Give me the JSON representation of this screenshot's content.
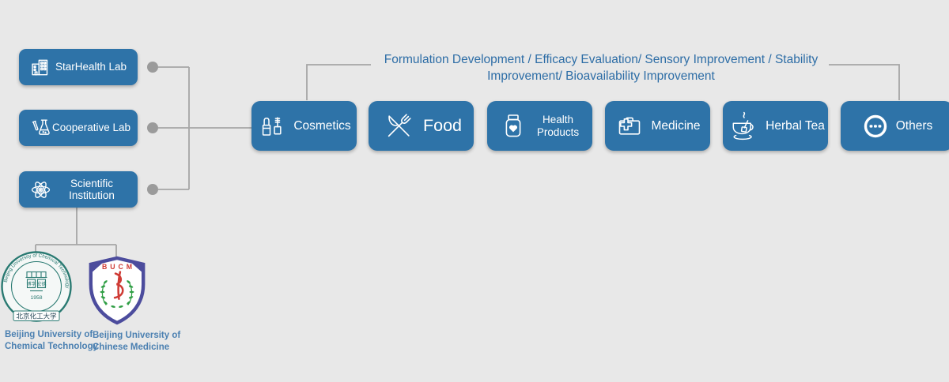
{
  "palette": {
    "background": "#e8e8e8",
    "box_blue": "#2e73a8",
    "annotation_blue": "#2d6da6",
    "caption_blue": "#4b80b1",
    "connector_gray": "#a6a6a6",
    "dot_gray": "#9b9b9b",
    "seal_teal": "#2a7a72",
    "shield_purple": "#4c4c9d",
    "emblem_red": "#cf3b35",
    "laurel_green": "#2f9e44"
  },
  "org": {
    "items": [
      {
        "label": "StarHealth Lab",
        "icon": "building-icon"
      },
      {
        "label": "Cooperative Lab",
        "icon": "lab-flask-icon"
      },
      {
        "label": "Scientific Institution",
        "icon": "atom-icon"
      }
    ]
  },
  "annotation": {
    "line1": "Formulation Development / Efficacy Evaluation/ Sensory Improvement / Stability",
    "line2": "Improvement/ Bioavailability Improvement"
  },
  "categories": [
    {
      "label": "Cosmetics",
      "icon": "cosmetics-icon"
    },
    {
      "label": "Food",
      "icon": "food-icon"
    },
    {
      "label": "Health Products",
      "icon": "health-products-icon"
    },
    {
      "label": "Medicine",
      "icon": "medicine-icon"
    },
    {
      "label": "Herbal Tea",
      "icon": "herbal-tea-icon"
    },
    {
      "label": "Others",
      "icon": "others-icon"
    }
  ],
  "universities": [
    {
      "seal_text": "Beijing University of Chemical Technology",
      "year": "1958",
      "banner": "北京化工大学",
      "motto_left": "博学",
      "motto_right": "宏德",
      "caption_line1": "Beijing University of",
      "caption_line2": "Chemical Technology"
    },
    {
      "acronym": "BUCM",
      "caption_line1": "Beijing University of",
      "caption_line2": "Chinese Medicine"
    }
  ]
}
